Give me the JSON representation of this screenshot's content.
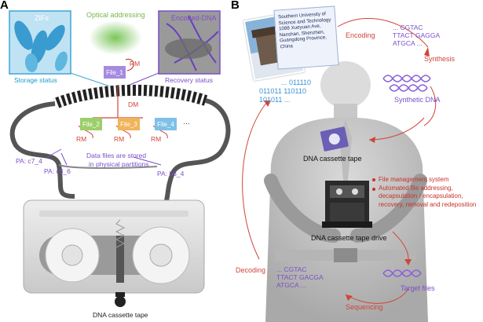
{
  "panels": {
    "a": "A",
    "b": "B"
  },
  "panel_a": {
    "zifs_label": "ZIFs",
    "optical_label": "Optical addressing",
    "encoded_dna_label": "Encoded-DNA",
    "storage_status": "Storage status",
    "recovery_status": "Recovery status",
    "files": [
      "File_1",
      "File_2",
      "File_3",
      "File_4"
    ],
    "ellipsis": "···",
    "rm": "RM",
    "dm": "DM",
    "partition_note_line1": "Data files are stored",
    "partition_note_line2": "in physical partitions",
    "pa1": "PA: c7_4",
    "pa2": "PA: c8_6",
    "pa3": "PA: b6_4",
    "cassette_caption": "DNA cassette tape"
  },
  "panel_b": {
    "card_text": "Southern University of Science and Technology 1088 Xueyuan Ave, Nanshan, Shenzhen, Guangdong Province, China",
    "encoding": "Encoding",
    "dna_seq_top": [
      "... CGTAC",
      "TTACT GAGGA",
      "ATGCA ..."
    ],
    "binary": [
      "... 011110",
      "011011 110110",
      "101011 ..."
    ],
    "synthesis": "Synthesis",
    "synthetic_dna": "Synthetic DNA",
    "cassette_label": "DNA cassette tape",
    "bullets": [
      "File management system",
      "Automated file addressing,",
      "decapsulation / encapsulation,",
      "recovery, removal and redeposition"
    ],
    "drive_label": "DNA cassette tape drive",
    "decoding": "Decoding",
    "dna_seq_bottom": [
      "... CGTAC",
      "TTACT GACGA",
      "ATGCA ..."
    ],
    "target_files": "Target files",
    "sequencing": "Sequencing"
  },
  "colors": {
    "zif_blue": "#3ea6d6",
    "optical_green": "#7ab648",
    "dna_purple": "#7b4fc9",
    "rm_red": "#d0453a",
    "file1": "#a58be0",
    "file2": "#9ccf6a",
    "file3": "#f0b45a",
    "file4": "#7ec0e8"
  },
  "icons": [
    "zif-crystals-icon",
    "dna-helix-icon",
    "cassette-icon",
    "person-silhouette-icon",
    "tape-drive-icon",
    "university-photo-icon"
  ]
}
